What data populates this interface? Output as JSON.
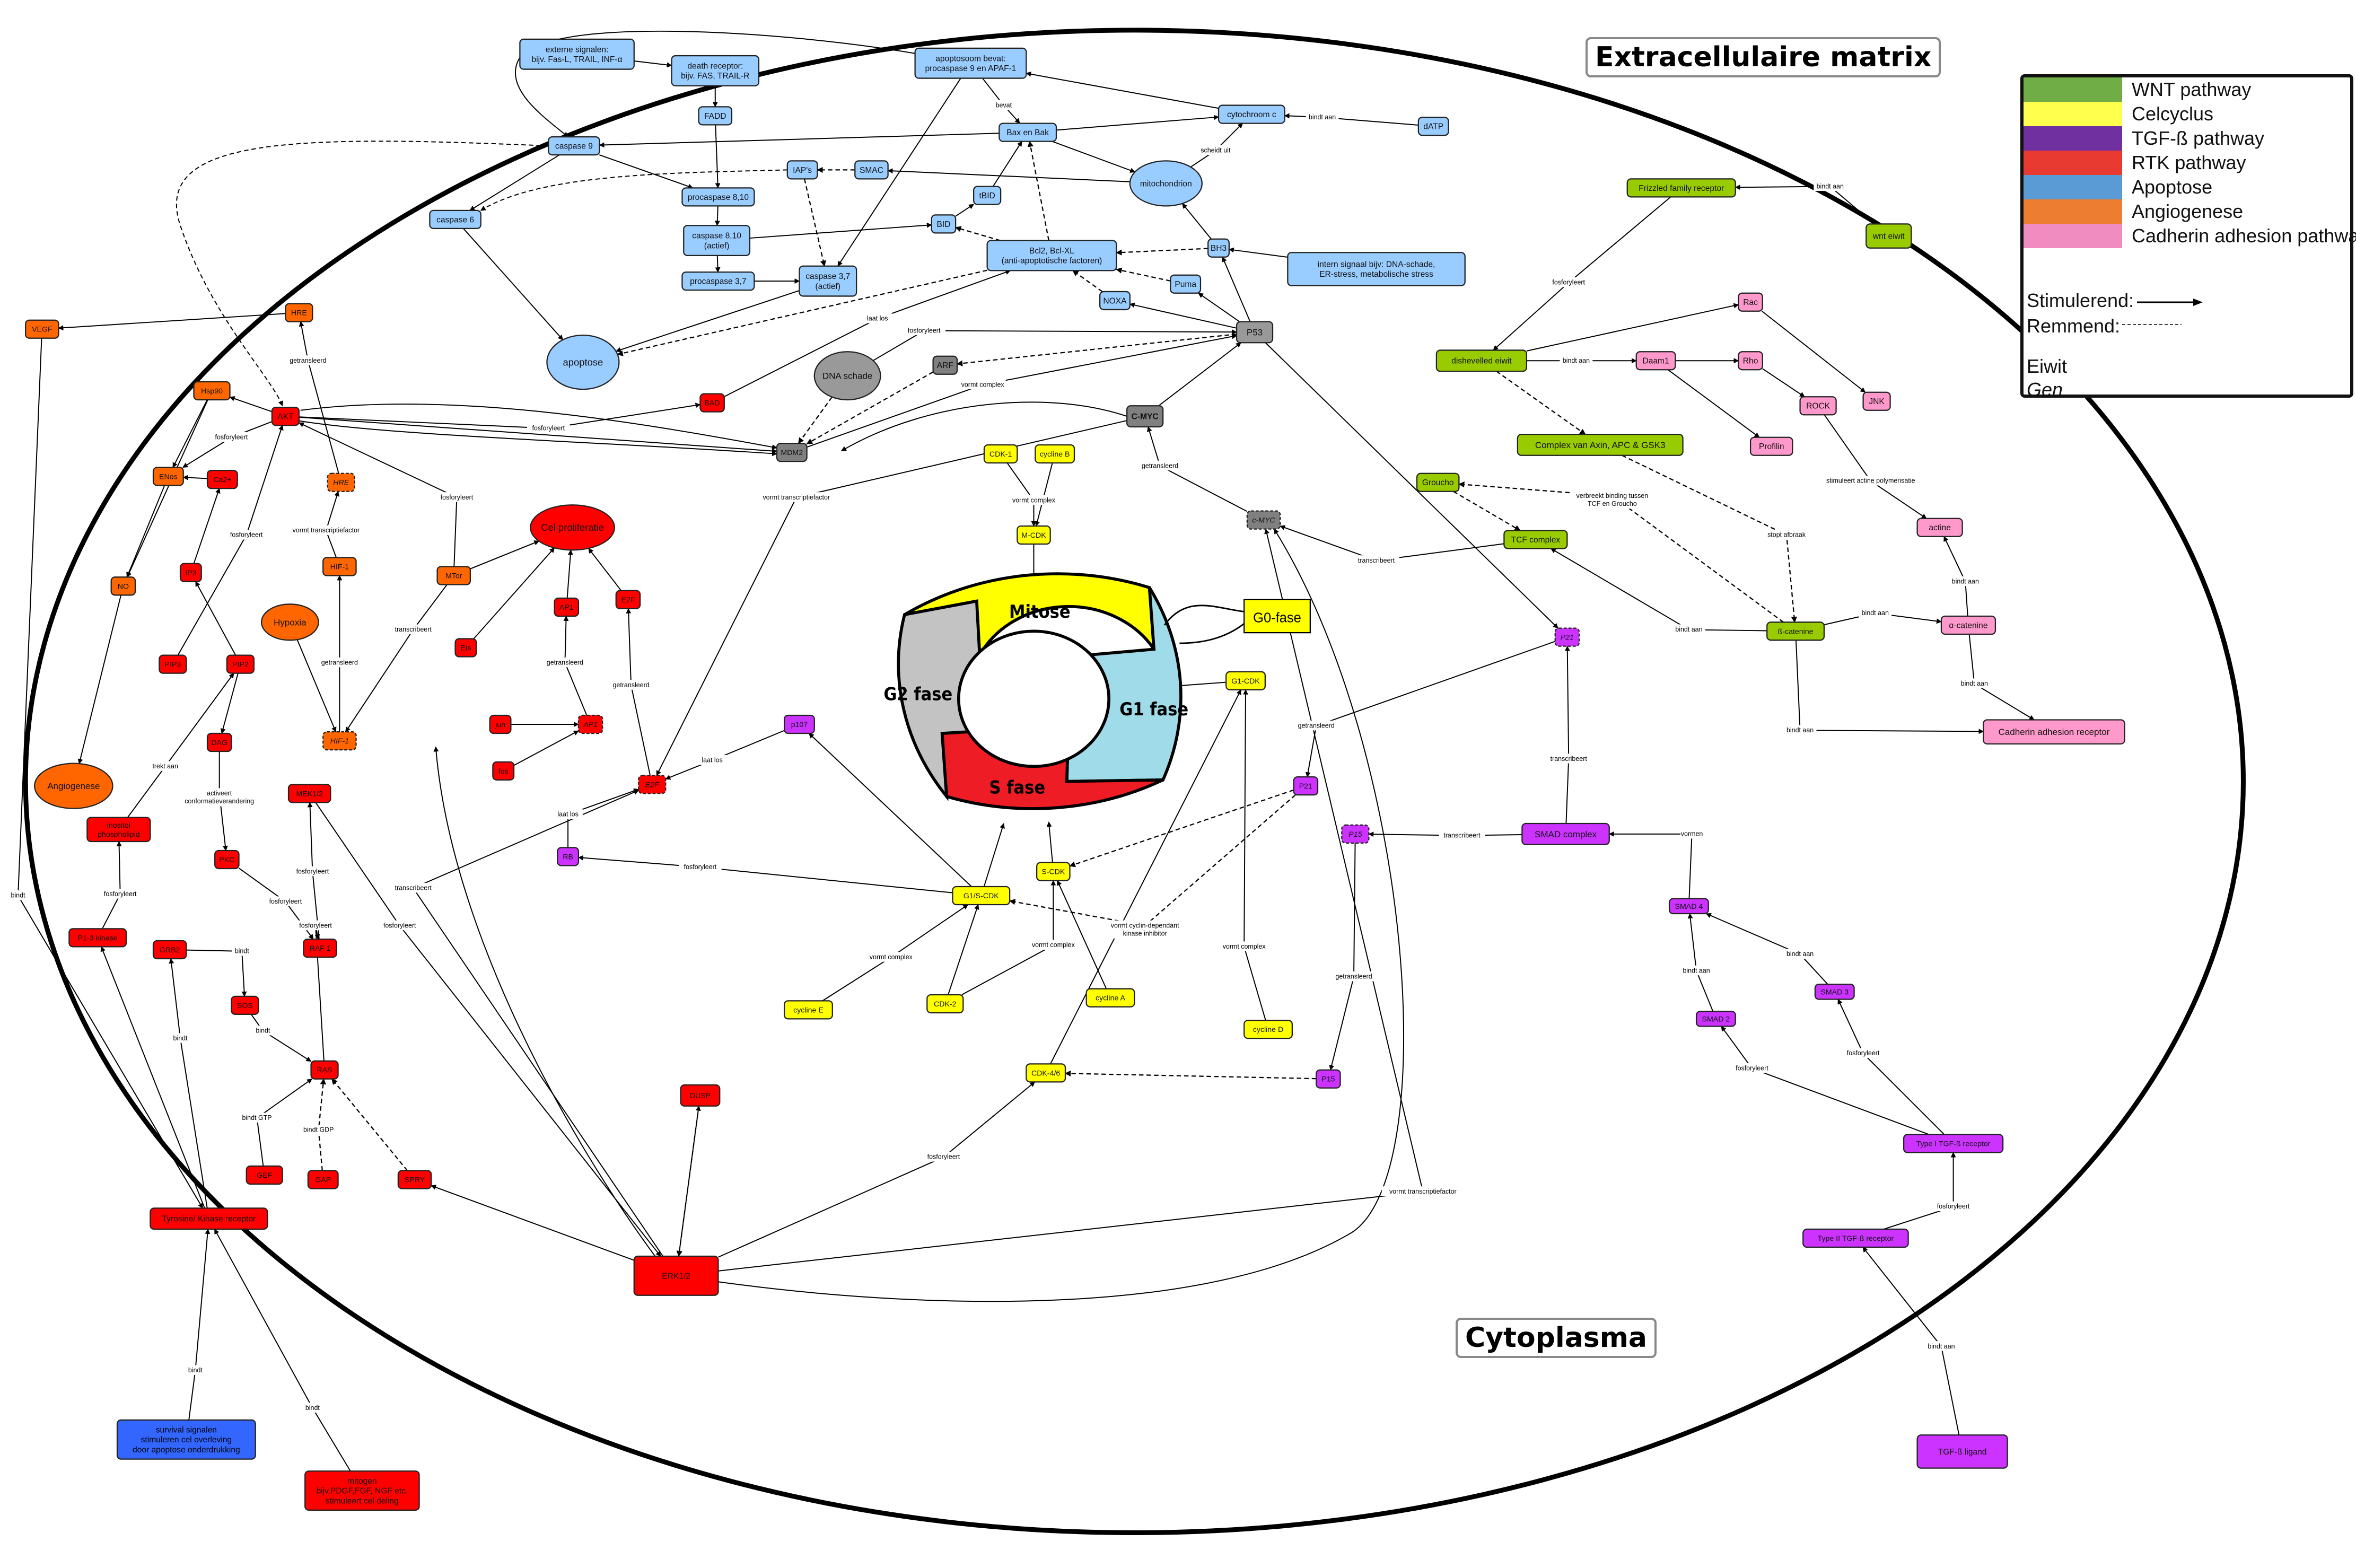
{
  "regions": {
    "extracellular": "Extracellulaire matrix",
    "cytoplasm": "Cytoplasma"
  },
  "legend": {
    "pathways": [
      {
        "label": "WNT pathway",
        "color": "#70ad47"
      },
      {
        "label": "Celcyclus",
        "color": "#ffff4d"
      },
      {
        "label": "TGF-ß pathway",
        "color": "#7030a0"
      },
      {
        "label": "RTK pathway",
        "color": "#e83a30"
      },
      {
        "label": "Apoptose",
        "color": "#5b9bd5"
      },
      {
        "label": "Angiogenese",
        "color": "#ed7d31"
      },
      {
        "label": "Cadherin adhesion pathway",
        "color": "#f08cc0"
      }
    ],
    "stimulating_label": "Stimulerend:",
    "inhibiting_label": "Remmend:",
    "protein_label": "Eiwit",
    "gene_label": "Gen"
  },
  "colors": {
    "apoptosis": "#99ccff",
    "rtk": "#ff0000",
    "angio": "#ff6600",
    "wnt": "#99cc00",
    "cadherin": "#ff99cc",
    "cellcycle": "#ffff00",
    "tgf": "#cc33ff",
    "p53": "#999999",
    "survival": "#3366ff"
  },
  "cell_cycle": {
    "phases": [
      {
        "label": "Mitose",
        "color": "#ffff00"
      },
      {
        "label": "G1 fase",
        "color": "#9fdbe8"
      },
      {
        "label": "S fase",
        "color": "#ee1c25"
      },
      {
        "label": "G2 fase",
        "color": "#c3c3c3"
      }
    ],
    "g0_label": "G0-fase"
  },
  "nodes": [
    {
      "id": "ext_signals",
      "label": "externe signalen:\nbijv. Fas-L, TRAIL, INF-α",
      "group": "apoptosis",
      "shape": "box"
    },
    {
      "id": "death_receptor",
      "label": "death receptor:\nbijv. FAS, TRAIL-R",
      "group": "apoptosis",
      "shape": "box"
    },
    {
      "id": "apoptosome",
      "label": "apoptosoom bevat:\nprocaspase 9 en APAF-1",
      "group": "apoptosis",
      "shape": "box"
    },
    {
      "id": "fadd",
      "label": "FADD",
      "group": "apoptosis",
      "shape": "box"
    },
    {
      "id": "cytochrome_c",
      "label": "cytochroom c",
      "group": "apoptosis",
      "shape": "box"
    },
    {
      "id": "datp",
      "label": "dATP",
      "group": "apoptosis",
      "shape": "box"
    },
    {
      "id": "bax_bak",
      "label": "Bax en Bak",
      "group": "apoptosis",
      "shape": "box"
    },
    {
      "id": "caspase9",
      "label": "caspase 9",
      "group": "apoptosis",
      "shape": "box"
    },
    {
      "id": "iaps",
      "label": "IAP's",
      "group": "apoptosis",
      "shape": "box"
    },
    {
      "id": "smac",
      "label": "SMAC",
      "group": "apoptosis",
      "shape": "box"
    },
    {
      "id": "mitochondrion",
      "label": "mitochondrion",
      "group": "apoptosis",
      "shape": "ellipse"
    },
    {
      "id": "caspase6",
      "label": "caspase 6",
      "group": "apoptosis",
      "shape": "box"
    },
    {
      "id": "procaspase810",
      "label": "procaspase 8,10",
      "group": "apoptosis",
      "shape": "box"
    },
    {
      "id": "tbid",
      "label": "tBID",
      "group": "apoptosis",
      "shape": "box"
    },
    {
      "id": "bid",
      "label": "BID",
      "group": "apoptosis",
      "shape": "box"
    },
    {
      "id": "caspase810",
      "label": "caspase 8,10\n(actief)",
      "group": "apoptosis",
      "shape": "box"
    },
    {
      "id": "bcl2",
      "label": "Bcl2, Bcl-XL\n(anti-apoptotische factoren)",
      "group": "apoptosis",
      "shape": "box"
    },
    {
      "id": "bh3",
      "label": "BH3",
      "group": "apoptosis",
      "shape": "box"
    },
    {
      "id": "intern_signal",
      "label": "intern signaal  bijv:  DNA-schade,\nER-stress,  metabolische  stress",
      "group": "apoptosis",
      "shape": "box"
    },
    {
      "id": "procaspase37",
      "label": "procaspase 3,7",
      "group": "apoptosis",
      "shape": "box"
    },
    {
      "id": "caspase37",
      "label": "caspase 3,7\n(actief)",
      "group": "apoptosis",
      "shape": "box"
    },
    {
      "id": "puma",
      "label": "Puma",
      "group": "apoptosis",
      "shape": "box"
    },
    {
      "id": "noxa",
      "label": "NOXA",
      "group": "apoptosis",
      "shape": "box"
    },
    {
      "id": "apoptose",
      "label": "apoptose",
      "group": "apoptosis",
      "shape": "ellipse"
    },
    {
      "id": "p53",
      "label": "P53",
      "group": "p53",
      "shape": "box"
    },
    {
      "id": "dna_damage",
      "label": "DNA schade",
      "group": "p53",
      "shape": "ellipse"
    },
    {
      "id": "arf",
      "label": "ARF",
      "group": "p53dark",
      "shape": "box"
    },
    {
      "id": "mdm2",
      "label": "MDM2",
      "group": "p53dark",
      "shape": "box"
    },
    {
      "id": "cmyc",
      "label": "C-MYC",
      "group": "p53dark",
      "shape": "box",
      "bold": true
    },
    {
      "id": "cmyc_gene",
      "label": "c-MYC",
      "group": "p53dark",
      "shape": "box",
      "gene": true
    },
    {
      "id": "bad",
      "label": "BAD",
      "group": "rtk",
      "shape": "box"
    },
    {
      "id": "vegf",
      "label": "VEGF",
      "group": "angio",
      "shape": "box"
    },
    {
      "id": "hre",
      "label": "HRE",
      "group": "angio",
      "shape": "box"
    },
    {
      "id": "hsp90",
      "label": "Hsp90",
      "group": "angio",
      "shape": "box"
    },
    {
      "id": "akt",
      "label": "AKT",
      "group": "rtk",
      "shape": "box"
    },
    {
      "id": "enos",
      "label": "ENos",
      "group": "angio",
      "shape": "box"
    },
    {
      "id": "ca2",
      "label": "Ca2+",
      "group": "rtk",
      "shape": "box"
    },
    {
      "id": "hre_gene",
      "label": "HRE",
      "group": "angio",
      "shape": "box",
      "gene": true
    },
    {
      "id": "hif1",
      "label": "HIF-1",
      "group": "angio",
      "shape": "box"
    },
    {
      "id": "mtor",
      "label": "MTor",
      "group": "angio",
      "shape": "box"
    },
    {
      "id": "no",
      "label": "NO",
      "group": "angio",
      "shape": "box"
    },
    {
      "id": "ip3",
      "label": "IP3",
      "group": "rtk",
      "shape": "box"
    },
    {
      "id": "hypoxia",
      "label": "Hypoxia",
      "group": "angio",
      "shape": "ellipse"
    },
    {
      "id": "ets",
      "label": "Ets",
      "group": "rtk",
      "shape": "box"
    },
    {
      "id": "pip3",
      "label": "PIP3",
      "group": "rtk",
      "shape": "box"
    },
    {
      "id": "pip2",
      "label": "PIP2",
      "group": "rtk",
      "shape": "box"
    },
    {
      "id": "dag",
      "label": "DAG",
      "group": "rtk",
      "shape": "box"
    },
    {
      "id": "hif1_gene",
      "label": "HIF-1",
      "group": "angio",
      "shape": "box",
      "gene": true
    },
    {
      "id": "angiogenese",
      "label": "Angiogenese",
      "group": "angio",
      "shape": "ellipse"
    },
    {
      "id": "mek",
      "label": "MEK1/2",
      "group": "rtk",
      "shape": "box"
    },
    {
      "id": "inositol",
      "label": "inositol\nphospholipid",
      "group": "rtk",
      "shape": "box"
    },
    {
      "id": "pkc",
      "label": "PKC",
      "group": "rtk",
      "shape": "box"
    },
    {
      "id": "pi3k",
      "label": "P1-3 kinase",
      "group": "rtk",
      "shape": "box"
    },
    {
      "id": "grb2",
      "label": "GRB2",
      "group": "rtk",
      "shape": "box"
    },
    {
      "id": "raf1",
      "label": "RAF 1",
      "group": "rtk",
      "shape": "box"
    },
    {
      "id": "sos",
      "label": "SOS",
      "group": "rtk",
      "shape": "box"
    },
    {
      "id": "ras",
      "label": "RAS",
      "group": "rtk",
      "shape": "box"
    },
    {
      "id": "gef",
      "label": "GEF",
      "group": "rtk",
      "shape": "box"
    },
    {
      "id": "gap",
      "label": "GAP",
      "group": "rtk",
      "shape": "box"
    },
    {
      "id": "spry",
      "label": "SPRY",
      "group": "rtk",
      "shape": "box"
    },
    {
      "id": "rtk_receptor",
      "label": "Tyrosine/ Kinase receptor",
      "group": "rtk",
      "shape": "box"
    },
    {
      "id": "survival",
      "label": "survival signalen\nstimuleren cel overleving\ndoor apoptose onderdrukking",
      "group": "survival",
      "shape": "box"
    },
    {
      "id": "mitogen",
      "label": "mitogen\nbijv.PDGF,FGF, NGF etc.\nstimuleert cel deling",
      "group": "rtk",
      "shape": "box"
    },
    {
      "id": "dusp",
      "label": "DUSP",
      "group": "rtk",
      "shape": "box"
    },
    {
      "id": "erk",
      "label": "ERK1/2",
      "group": "rtk",
      "shape": "box"
    },
    {
      "id": "cel_prolif",
      "label": "Cel proliferatie",
      "group": "rtk",
      "shape": "ellipse"
    },
    {
      "id": "ap1",
      "label": "AP1",
      "group": "rtk",
      "shape": "box"
    },
    {
      "id": "e2f",
      "label": "E2F",
      "group": "rtk",
      "shape": "box"
    },
    {
      "id": "jun",
      "label": "jun",
      "group": "rtk",
      "shape": "box"
    },
    {
      "id": "fos",
      "label": "fos",
      "group": "rtk",
      "shape": "box"
    },
    {
      "id": "ap1_gene",
      "label": "AP1",
      "group": "rtk",
      "shape": "box",
      "gene": true
    },
    {
      "id": "e2f_gene",
      "label": "E2F",
      "group": "rtk",
      "shape": "box",
      "gene": true
    },
    {
      "id": "p107",
      "label": "p107",
      "group": "tgf",
      "shape": "box"
    },
    {
      "id": "rb",
      "label": "RB",
      "group": "tgf",
      "shape": "box"
    },
    {
      "id": "cdk1",
      "label": "CDK-1",
      "group": "cellcycle",
      "shape": "box"
    },
    {
      "id": "cyclinb",
      "label": "cycline B",
      "group": "cellcycle",
      "shape": "box"
    },
    {
      "id": "mcdk",
      "label": "M-CDK",
      "group": "cellcycle",
      "shape": "box"
    },
    {
      "id": "g1cdk",
      "label": "G1-CDK",
      "group": "cellcycle",
      "shape": "box"
    },
    {
      "id": "scdk",
      "label": "S-CDK",
      "group": "cellcycle",
      "shape": "box"
    },
    {
      "id": "g1scdk",
      "label": "G1/S-CDK",
      "group": "cellcycle",
      "shape": "box"
    },
    {
      "id": "cyclinE",
      "label": "cycline E",
      "group": "cellcycle",
      "shape": "box"
    },
    {
      "id": "cdk2",
      "label": "CDK-2",
      "group": "cellcycle",
      "shape": "box"
    },
    {
      "id": "cyclinA",
      "label": "cycline A",
      "group": "cellcycle",
      "shape": "box"
    },
    {
      "id": "cyclinD",
      "label": "cycline D",
      "group": "cellcycle",
      "shape": "box"
    },
    {
      "id": "cdk46",
      "label": "CDK-4/6",
      "group": "cellcycle",
      "shape": "box"
    },
    {
      "id": "p21",
      "label": "P21",
      "group": "tgf",
      "shape": "box"
    },
    {
      "id": "p21_gene",
      "label": "P21",
      "group": "tgf",
      "shape": "box",
      "gene": true
    },
    {
      "id": "p15_gene",
      "label": "P15",
      "group": "tgf",
      "shape": "box",
      "gene": true
    },
    {
      "id": "p15",
      "label": "P15",
      "group": "tgf",
      "shape": "box"
    },
    {
      "id": "smad_complex",
      "label": "SMAD complex",
      "group": "tgf",
      "shape": "box"
    },
    {
      "id": "smad4",
      "label": "SMAD 4",
      "group": "tgf",
      "shape": "box"
    },
    {
      "id": "smad2",
      "label": "SMAD 2",
      "group": "tgf",
      "shape": "box"
    },
    {
      "id": "smad3",
      "label": "SMAD 3",
      "group": "tgf",
      "shape": "box"
    },
    {
      "id": "tgf_r1",
      "label": "Type I TGF-ß receptor",
      "group": "tgf",
      "shape": "box"
    },
    {
      "id": "tgf_r2",
      "label": "Type II TGF-ß receptor",
      "group": "tgf",
      "shape": "box"
    },
    {
      "id": "tgf_ligand",
      "label": "TGF-ß ligand",
      "group": "tgf",
      "shape": "box"
    },
    {
      "id": "frizzled",
      "label": "Frizzled family receptor",
      "group": "wnt",
      "shape": "box"
    },
    {
      "id": "wnt",
      "label": "wnt eiwit",
      "group": "wnt",
      "shape": "box"
    },
    {
      "id": "dishevelled",
      "label": "dishevelled eiwit",
      "group": "wnt",
      "shape": "box"
    },
    {
      "id": "axin",
      "label": "Complex van Axin, APC & GSK3",
      "group": "wnt",
      "shape": "box"
    },
    {
      "id": "groucho",
      "label": "Groucho",
      "group": "wnt",
      "shape": "box"
    },
    {
      "id": "tcf",
      "label": "TCF complex",
      "group": "wnt",
      "shape": "box"
    },
    {
      "id": "bcatenin",
      "label": "ß-catenine",
      "group": "wnt",
      "shape": "box"
    },
    {
      "id": "rac",
      "label": "Rac",
      "group": "cadherin",
      "shape": "box"
    },
    {
      "id": "daam1",
      "label": "Daam1",
      "group": "cadherin",
      "shape": "box"
    },
    {
      "id": "rho",
      "label": "Rho",
      "group": "cadherin",
      "shape": "box"
    },
    {
      "id": "rock",
      "label": "ROCK",
      "group": "cadherin",
      "shape": "box"
    },
    {
      "id": "jnk",
      "label": "JNK",
      "group": "cadherin",
      "shape": "box"
    },
    {
      "id": "profilin",
      "label": "Profilin",
      "group": "cadherin",
      "shape": "box"
    },
    {
      "id": "actine",
      "label": "actine",
      "group": "cadherin",
      "shape": "box"
    },
    {
      "id": "acatenin",
      "label": "α-catenine",
      "group": "cadherin",
      "shape": "box"
    },
    {
      "id": "cadherin_r",
      "label": "Cadherin adhesion receptor",
      "group": "cadherin",
      "shape": "box"
    }
  ],
  "edge_labels": [
    {
      "id": "l_bevat",
      "text": "bevat"
    },
    {
      "id": "l_scheidt",
      "text": "scheidt uit"
    },
    {
      "id": "l_bindt_datp",
      "text": "bindt aan"
    },
    {
      "id": "l_laatlos_bad",
      "text": "laat los"
    },
    {
      "id": "l_fosf_p53",
      "text": "fosforyleert"
    },
    {
      "id": "l_vormt_complex_mdm2",
      "text": "vormt complex"
    },
    {
      "id": "l_vormt_tf_cmyc",
      "text": "vormt transcriptiefactor"
    },
    {
      "id": "l_getrans_cmyc",
      "text": "getransleerd"
    },
    {
      "id": "l_transcr_tcf",
      "text": "transcribeert"
    },
    {
      "id": "l_fosf_bad",
      "text": "fosforyleert"
    },
    {
      "id": "l_getrans_hre",
      "text": "getransleerd"
    },
    {
      "id": "l_fosf_enos",
      "text": "fosforyleert"
    },
    {
      "id": "l_fosf_akt",
      "text": "fosforyleert"
    },
    {
      "id": "l_fosf_mtor",
      "text": "fosforyleert"
    },
    {
      "id": "l_vormt_tf_hif",
      "text": "vormt transcriptiefactor"
    },
    {
      "id": "l_getrans_hif",
      "text": "getransleerd"
    },
    {
      "id": "l_transcr_mtor",
      "text": "transcribeert"
    },
    {
      "id": "l_transcr_erk",
      "text": "transcribeert"
    },
    {
      "id": "l_trekt",
      "text": "trekt aan"
    },
    {
      "id": "l_activeert",
      "text": "activeert\nconformatieverandering"
    },
    {
      "id": "l_fosf_inositol",
      "text": "fosforyleert"
    },
    {
      "id": "l_fosf_raf",
      "text": "fosforyleert"
    },
    {
      "id": "l_fosf_mek",
      "text": "fosforyleert"
    },
    {
      "id": "l_fosf_ras_raf",
      "text": "fosforyleert"
    },
    {
      "id": "l_fosf_erk_hif",
      "text": "fosforyleert"
    },
    {
      "id": "l_bindt_grb_sos",
      "text": "bindt"
    },
    {
      "id": "l_bindt_grb2",
      "text": "bindt"
    },
    {
      "id": "l_bindt_sos_ras",
      "text": "bindt"
    },
    {
      "id": "l_bindt_gtp",
      "text": "bindt GTP"
    },
    {
      "id": "l_bindt_gdp",
      "text": "bindt GDP"
    },
    {
      "id": "l_bindt_vegf",
      "text": "bindt"
    },
    {
      "id": "l_bindt_survival",
      "text": "bindt"
    },
    {
      "id": "l_bindt_mitogen",
      "text": "bindt"
    },
    {
      "id": "l_getrans_ap1",
      "text": "getransleerd"
    },
    {
      "id": "l_getrans_e2f",
      "text": "getransleerd"
    },
    {
      "id": "l_laatlos_p107",
      "text": "laat los"
    },
    {
      "id": "l_laatlos_rb",
      "text": "laat los"
    },
    {
      "id": "l_fosf_rb",
      "text": "fosforyleert"
    },
    {
      "id": "l_vormt_complex_m",
      "text": "vormt complex"
    },
    {
      "id": "l_vormt_complex_g1s",
      "text": "vormt complex"
    },
    {
      "id": "l_vormt_complex_s",
      "text": "vormt complex"
    },
    {
      "id": "l_vormt_complex_d",
      "text": "vormt complex"
    },
    {
      "id": "l_cki",
      "text": "vormt cyclin-dependant\nkinase inhibitor"
    },
    {
      "id": "l_getrans_p15",
      "text": "getransleerd"
    },
    {
      "id": "l_getrans_p21",
      "text": "getransleerd"
    },
    {
      "id": "l_fosf_cdk46",
      "text": "fosforyleert"
    },
    {
      "id": "l_vormt_tf_erk",
      "text": "vormt transcriptiefactor"
    },
    {
      "id": "l_transcr_p15",
      "text": "transcribeert"
    },
    {
      "id": "l_transcr_p21",
      "text": "transcribeert"
    },
    {
      "id": "l_vormen",
      "text": "vormen"
    },
    {
      "id": "l_bindt_smad2",
      "text": "bindt aan"
    },
    {
      "id": "l_bindt_smad3",
      "text": "bindt aan"
    },
    {
      "id": "l_fosf_smad2",
      "text": "fosforyleert"
    },
    {
      "id": "l_fosf_smad3",
      "text": "fosforyleert"
    },
    {
      "id": "l_fosf_r1",
      "text": "fosforyleert"
    },
    {
      "id": "l_bindt_tgf",
      "text": "bindt aan"
    },
    {
      "id": "l_bindt_wnt",
      "text": "bindt aan"
    },
    {
      "id": "l_fosf_dish",
      "text": "fosforyleert"
    },
    {
      "id": "l_bindt_daam",
      "text": "bindt aan"
    },
    {
      "id": "l_verbreekt",
      "text": "verbreekt binding tussen\nTCF en Groucho"
    },
    {
      "id": "l_stopt",
      "text": "stopt afbraak"
    },
    {
      "id": "l_stim_actine",
      "text": "stimuleert actine polymerisatie"
    },
    {
      "id": "l_bindt_tcf",
      "text": "bindt aan"
    },
    {
      "id": "l_bindt_acat",
      "text": "bindt aan"
    },
    {
      "id": "l_bindt_actine",
      "text": "bindt aan"
    },
    {
      "id": "l_bindt_cad1",
      "text": "bindt aan"
    },
    {
      "id": "l_bindt_cad2",
      "text": "bindt aan"
    }
  ]
}
